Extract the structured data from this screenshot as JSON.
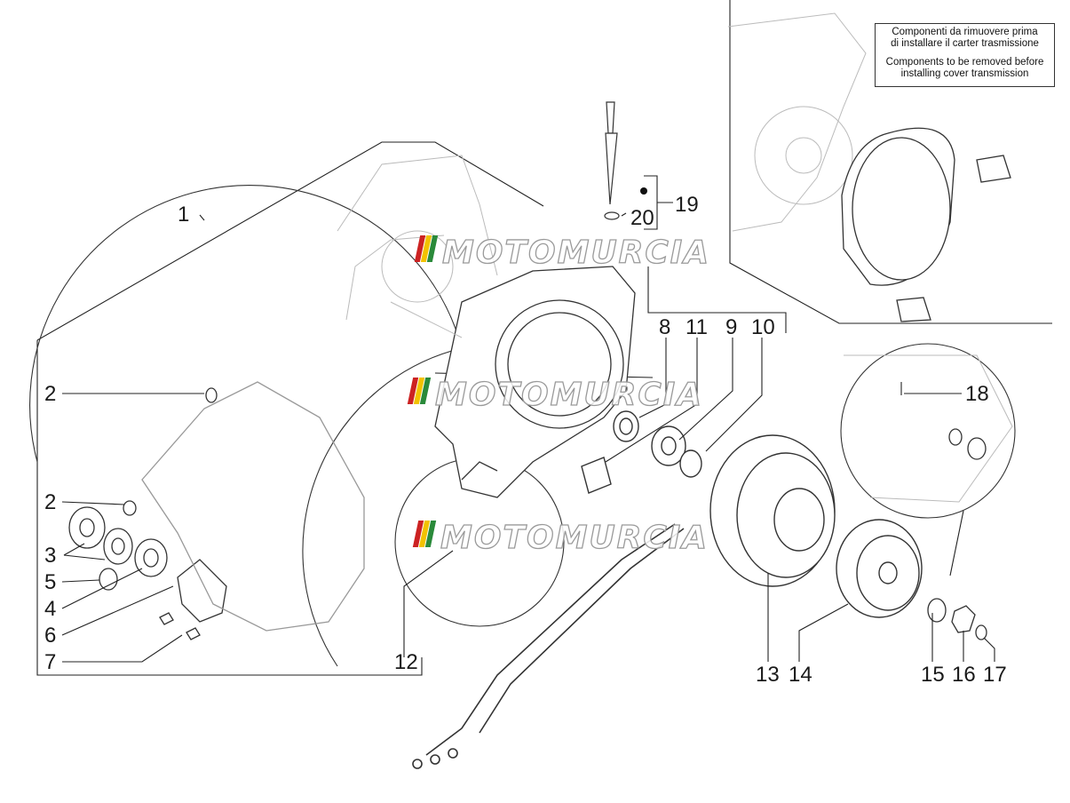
{
  "note": {
    "it_line1": "Componenti da rimuovere prima",
    "it_line2": "di installare il carter trasmissione",
    "en_line1": "Components to be removed before",
    "en_line2": "installing cover transmission"
  },
  "watermark": {
    "text": "MOTOMURCIA",
    "flag_colors": [
      "#cc2222",
      "#f2c200",
      "#2a8a3a"
    ]
  },
  "callouts": {
    "c1": "1",
    "c2a": "2",
    "c2b": "2",
    "c3": "3",
    "c4": "4",
    "c5": "5",
    "c6": "6",
    "c7": "7",
    "c8": "8",
    "c9": "9",
    "c10": "10",
    "c11": "11",
    "c12": "12",
    "c13": "13",
    "c14": "14",
    "c15": "15",
    "c16": "16",
    "c17": "17",
    "c18": "18",
    "c19": "19",
    "c20": "20"
  }
}
